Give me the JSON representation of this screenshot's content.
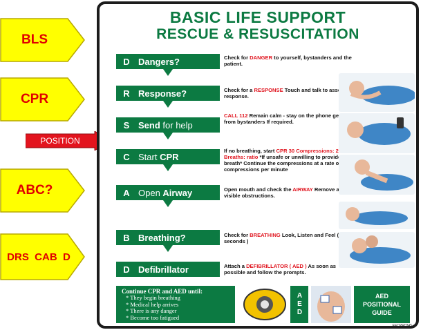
{
  "side_labels": {
    "bls": "BLS",
    "cpr": "CPR",
    "position": "POSITION",
    "abc": "ABC?",
    "drs": "DRS  CAB  D"
  },
  "poster": {
    "title_line1": "BASIC LIFE SUPPORT",
    "title_line2": "RESCUE & RESUSCITATION",
    "steps": [
      {
        "letter": "D",
        "label": "Dangers?",
        "desc": [
          {
            "t": "Check for ",
            "c": "n"
          },
          {
            "t": "DANGER",
            "c": "r"
          },
          {
            "t": " to yourself, bystanders and the patient.",
            "c": "n"
          }
        ]
      },
      {
        "letter": "R",
        "label": "Response?",
        "desc": [
          {
            "t": "Check for a ",
            "c": "n"
          },
          {
            "t": "RESPONSE",
            "c": "r"
          },
          {
            "t": " Touch and talk to assess response.",
            "c": "n"
          }
        ]
      },
      {
        "letter": "S",
        "label": "Send",
        "label_suffix": " for help",
        "desc": [
          {
            "t": "CALL           112",
            "c": "r"
          },
          {
            "t": " Remain calm - stay on the phone get help from bystanders If required.",
            "c": "n"
          }
        ]
      },
      {
        "letter": "C",
        "label_prefix": "Start ",
        "label": "CPR",
        "desc": [
          {
            "t": "If no breathing, start ",
            "c": "n"
          },
          {
            "t": "CPR 30 Compressions: 2 Breaths: ratio",
            "c": "r"
          },
          {
            "t": " *If unsafe or unwilling to provide breath* Continue the compressions at a rate of 100 compressions per minute",
            "c": "n"
          }
        ]
      },
      {
        "letter": "A",
        "label_prefix": "Open ",
        "label": "Airway",
        "desc": [
          {
            "t": "Open mouth and check the ",
            "c": "n"
          },
          {
            "t": "AIRWAY",
            "c": "r"
          },
          {
            "t": " Remove any visible obstructions.",
            "c": "n"
          }
        ]
      },
      {
        "letter": "B",
        "label": "Breathing?",
        "desc": [
          {
            "t": "Check for ",
            "c": "n"
          },
          {
            "t": "BREATHING",
            "c": "r"
          },
          {
            "t": " Look, Listen and Feel ( 10 seconds )",
            "c": "n"
          }
        ]
      },
      {
        "letter": "D",
        "label": "Defibrillator",
        "desc": [
          {
            "t": "Attach a ",
            "c": "n"
          },
          {
            "t": "DEFIBRILLATOR ( AED )",
            "c": "r"
          },
          {
            "t": " As soon as possible and follow the prompts.",
            "c": "n"
          }
        ]
      }
    ],
    "bottom": {
      "continue_title": "Continue CPR and AED until:",
      "continue_items": [
        "They begin breathing",
        "Medical help arrives",
        "There is any danger",
        "Become too fatigued"
      ],
      "aed_vertical": "AED",
      "guide_line1": "AED",
      "guide_line2": "POSITIONAL",
      "guide_line3": "GUIDE",
      "code": "EECPR0345"
    }
  },
  "colors": {
    "poster_green": "#0c7a42",
    "label_yellow": "#ffff00",
    "label_text_red": "#e00000",
    "arrow_red": "#e3141e"
  }
}
